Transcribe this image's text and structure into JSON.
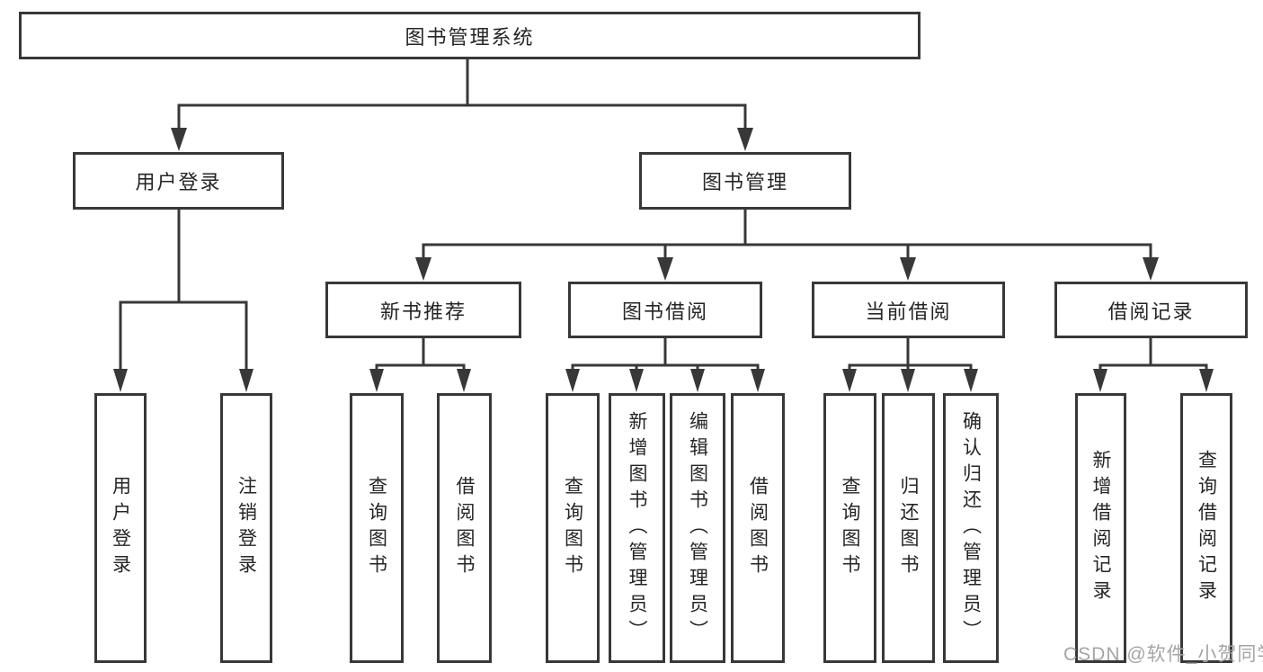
{
  "tree": {
    "label": "图书管理系统",
    "children": [
      {
        "label": "用户登录",
        "children": [
          {
            "label": "用户登录"
          },
          {
            "label": "注销登录"
          }
        ]
      },
      {
        "label": "图书管理",
        "children": [
          {
            "label": "新书推荐",
            "children": [
              {
                "label": "查询图书"
              },
              {
                "label": "借阅图书"
              }
            ]
          },
          {
            "label": "图书借阅",
            "children": [
              {
                "label": "查询图书"
              },
              {
                "label": "新增图书（管理员）"
              },
              {
                "label": "编辑图书（管理员）"
              },
              {
                "label": "借阅图书"
              }
            ]
          },
          {
            "label": "当前借阅",
            "children": [
              {
                "label": "查询图书"
              },
              {
                "label": "归还图书"
              },
              {
                "label": "确认归还（管理员）"
              }
            ]
          },
          {
            "label": "借阅记录",
            "children": [
              {
                "label": "新增借阅记录"
              },
              {
                "label": "查询借阅记录"
              }
            ]
          }
        ]
      }
    ]
  },
  "watermark": {
    "text": "CSDN @软件_小贺同学"
  },
  "colors": {
    "line": "#383838",
    "text": "#252525",
    "watermark": "#a5a5a8",
    "background": "#ffffff"
  }
}
